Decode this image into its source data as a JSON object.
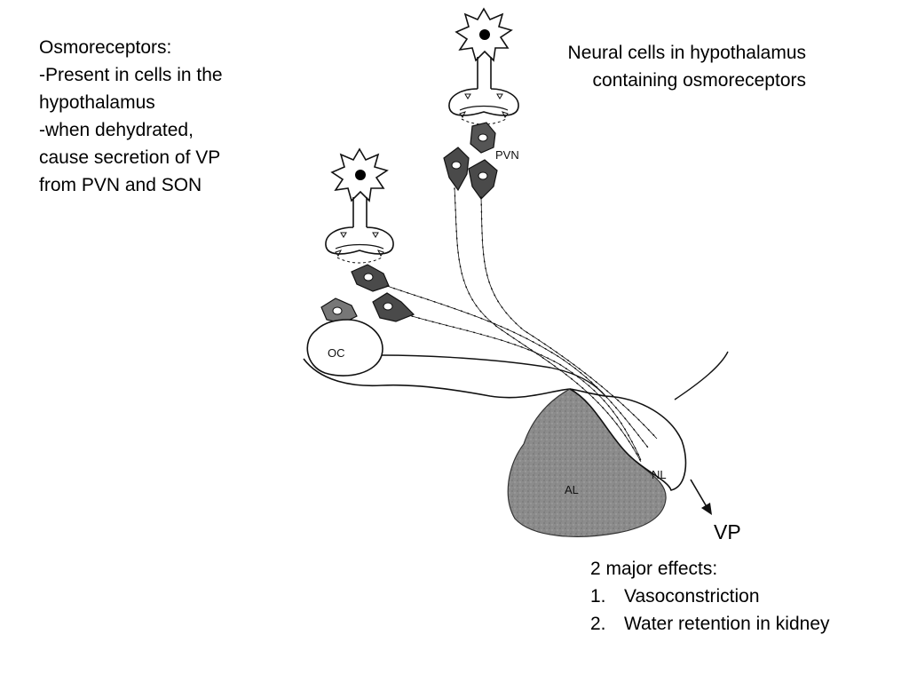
{
  "left_notes": [
    "Osmoreceptors:",
    "-Present in cells in the",
    "hypothalamus",
    "-when dehydrated,",
    "cause secretion of VP",
    "from PVN and SON"
  ],
  "right_caption": [
    "Neural cells in hypothalamus",
    "containing osmoreceptors"
  ],
  "labels": {
    "pvn": "PVN",
    "oc": "OC",
    "al": "AL",
    "nl": "NL",
    "vp": "VP"
  },
  "effects": {
    "heading": "2 major effects:",
    "items": [
      {
        "num": "1.",
        "text": "Vasoconstriction"
      },
      {
        "num": "2.",
        "text": "Water retention in kidney"
      }
    ]
  }
}
